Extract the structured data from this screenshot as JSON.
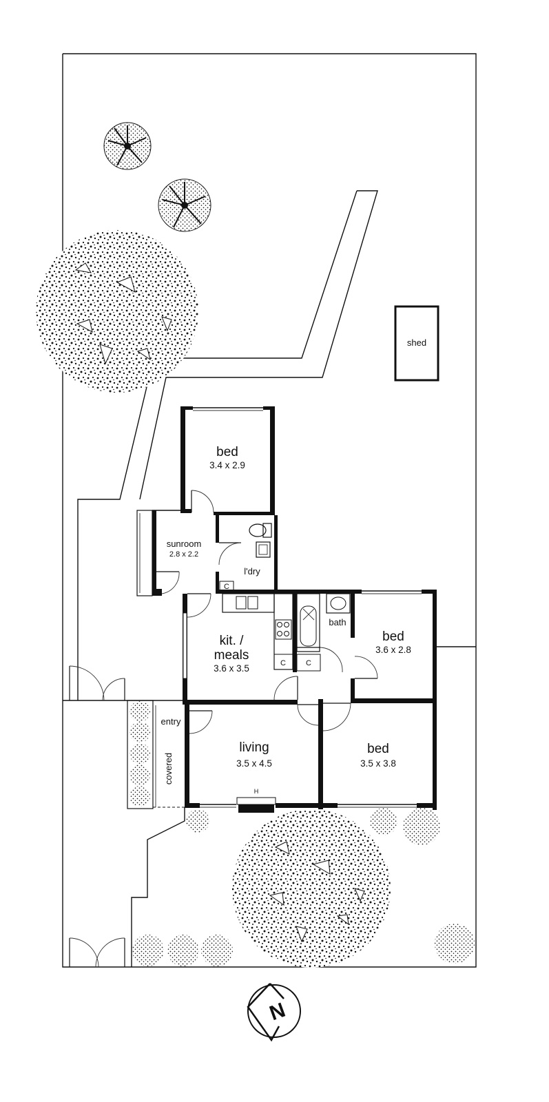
{
  "rooms": {
    "shed": {
      "name": "shed"
    },
    "bed_rear": {
      "name": "bed",
      "size": "3.4 x 2.9"
    },
    "sunroom": {
      "name": "sunroom",
      "size": "2.8 x 2.2"
    },
    "laundry": {
      "name": "l'dry"
    },
    "kitchen": {
      "name_line1": "kit. /",
      "name_line2": "meals",
      "size": "3.6 x 3.5"
    },
    "bath": {
      "name": "bath"
    },
    "bed_right": {
      "name": "bed",
      "size": "3.6 x 2.8"
    },
    "entry": {
      "name": "entry"
    },
    "covered": {
      "name": "covered"
    },
    "living": {
      "name": "living",
      "size": "3.5 x 4.5"
    },
    "bed_front": {
      "name": "bed",
      "size": "3.5 x 3.8"
    }
  },
  "fixtures": {
    "cupboard_label": "C",
    "heater_label": "H"
  },
  "compass": {
    "letter": "N"
  },
  "colors": {
    "line": "#111111",
    "background": "#ffffff"
  }
}
